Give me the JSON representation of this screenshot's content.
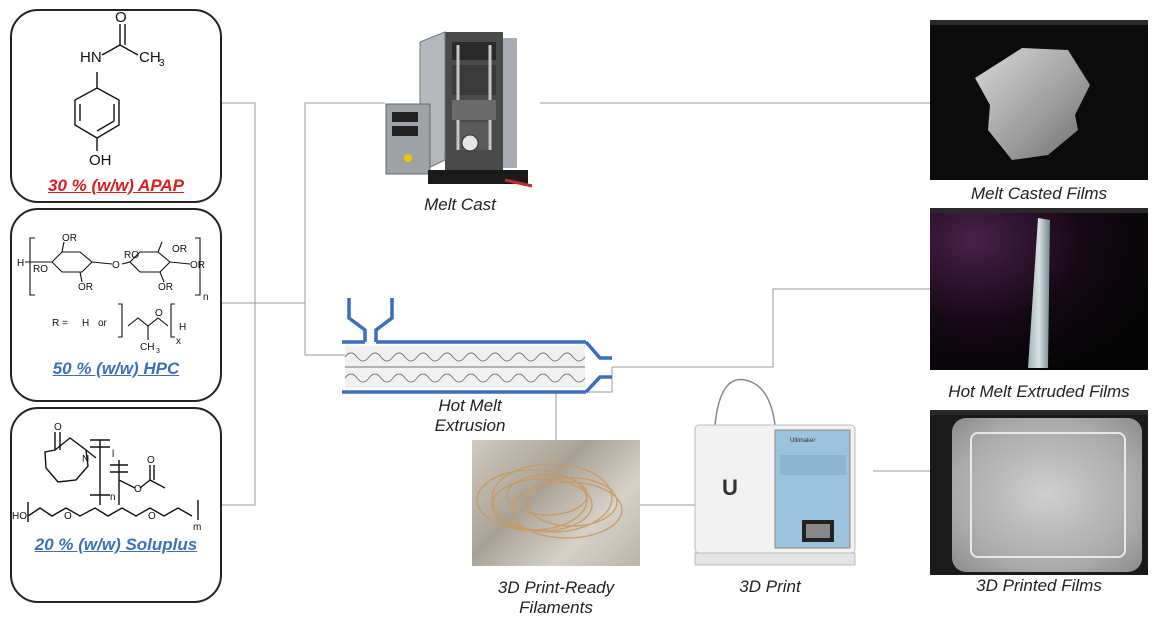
{
  "components": [
    {
      "label": "30 % (w/w) APAP",
      "color": "#d91e1e"
    },
    {
      "label": "50 % (w/w) HPC",
      "color": "#3a72b8"
    },
    {
      "label": "20 % (w/w) Soluplus",
      "color": "#3a72b8"
    }
  ],
  "chem": {
    "apap": {
      "hn": "HN",
      "o": "O",
      "ch3": "CH",
      "ch3_sub": "3",
      "oh": "OH"
    },
    "hpc": {
      "h": "H",
      "or1": "OR",
      "ro1": "RO",
      "ro2": "RO",
      "o_link": "O",
      "or2": "OR",
      "or3": "OR",
      "or4": "OR",
      "or5": "OR",
      "n": "n",
      "r_eq": "R =",
      "h2": "H",
      "or_word": "or",
      "o3": "O",
      "h3": "H",
      "ch3": "CH",
      "ch3_sub": "3",
      "x": "x"
    },
    "soluplus": {
      "o": "O",
      "n_atom": "N",
      "l": "l",
      "n": "n",
      "ho": "HO",
      "m": "m",
      "o2": "O",
      "o3": "O",
      "o4": "O",
      "o5": "O"
    }
  },
  "processes": {
    "melt_cast": "Melt Cast",
    "hme_line1": "Hot Melt",
    "hme_line2": "Extrusion",
    "filaments_line1": "3D Print-Ready",
    "filaments_line2": "Filaments",
    "print": "3D Print"
  },
  "results": {
    "melt_casted": "Melt Casted Films",
    "hme_films": "Hot Melt Extruded Films",
    "printed": "3D Printed Films"
  },
  "printer_brand": "Ultimaker",
  "colors": {
    "extruder_blue": "#3a6fc0",
    "connector": "#999999",
    "apap_red": "#d91e1e",
    "excipient_blue": "#3a72b8"
  }
}
